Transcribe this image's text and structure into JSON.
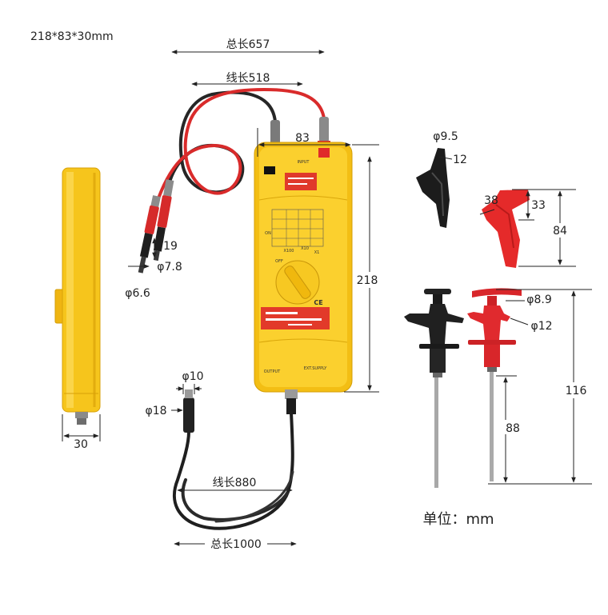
{
  "spec_top": "218*83*30mm",
  "main_probe": {
    "total_length_label": "总长657",
    "lead_length_label": "线长518",
    "width_label": "83",
    "height_label": "218",
    "panel": {
      "input": "INPUT",
      "on": "ON",
      "off": "OFF",
      "x100": "X100",
      "x10": "X10",
      "x1": "X1",
      "ce": "CE",
      "output": "OUTPUT",
      "ext_supply": "EXT.SUPPLY"
    }
  },
  "test_leads": {
    "length": "19",
    "diameter_a": "φ7.8",
    "diameter_b": "φ6.6"
  },
  "output_cable": {
    "connector_d1": "φ10",
    "connector_d2": "φ18",
    "cable_length": "线长880",
    "total_length": "总长1000"
  },
  "side_view": {
    "thickness": "30"
  },
  "alligator_clip": {
    "jaw_diameter": "φ9.5",
    "jaw_width": "12",
    "angle_width": "38",
    "height": "33",
    "length": "84"
  },
  "test_hook": {
    "head_diameter": "φ8.9",
    "grip_diameter": "φ12",
    "total_length": "116",
    "rod_length": "88"
  },
  "unit_label": "单位：mm"
}
